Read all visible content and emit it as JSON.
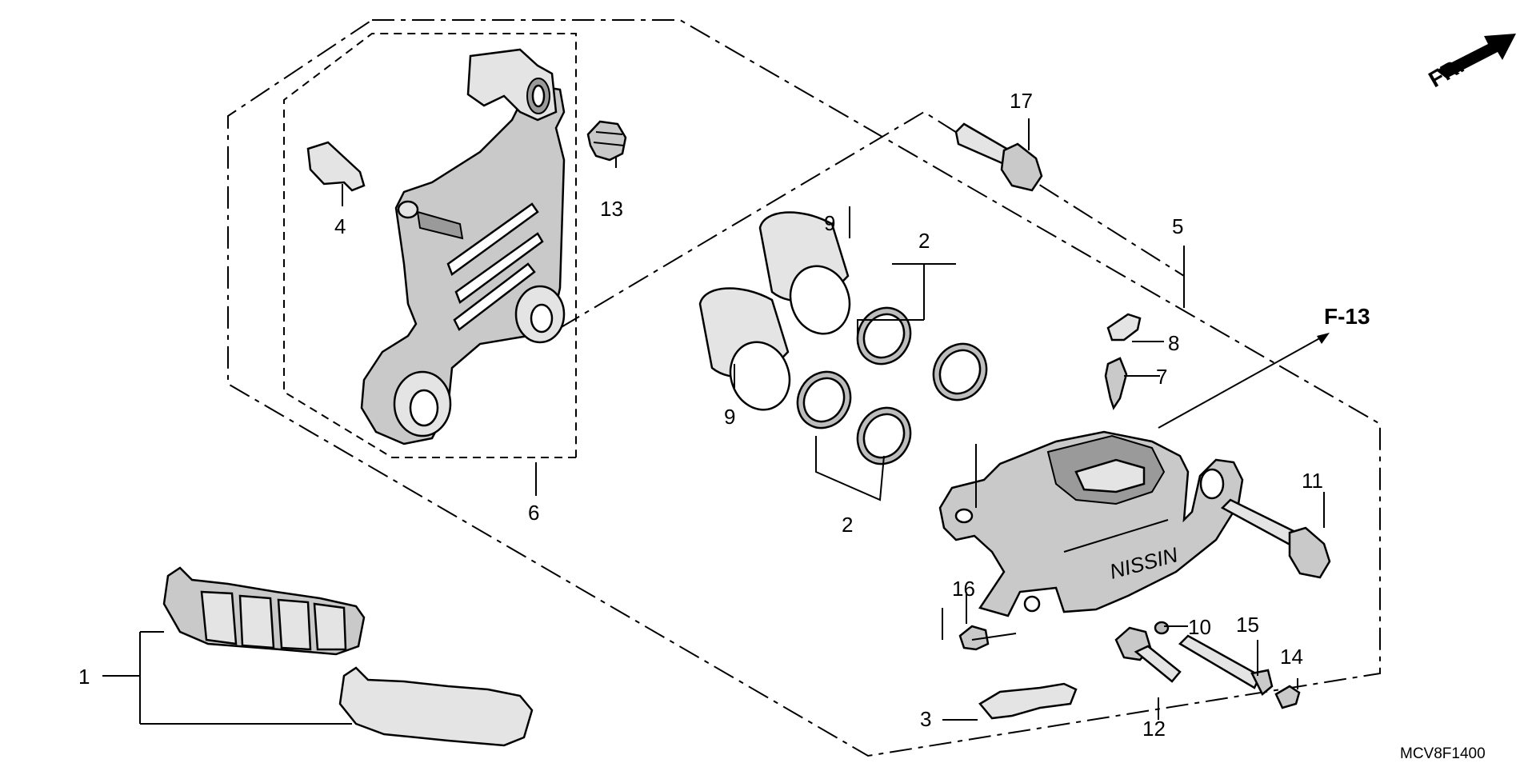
{
  "diagram": {
    "callouts": [
      {
        "id": "c1",
        "text": "1"
      },
      {
        "id": "c2a",
        "text": "2"
      },
      {
        "id": "c2b",
        "text": "2"
      },
      {
        "id": "c3",
        "text": "3"
      },
      {
        "id": "c4",
        "text": "4"
      },
      {
        "id": "c5",
        "text": "5"
      },
      {
        "id": "c6",
        "text": "6"
      },
      {
        "id": "c7",
        "text": "7"
      },
      {
        "id": "c8",
        "text": "8"
      },
      {
        "id": "c9a",
        "text": "9"
      },
      {
        "id": "c9b",
        "text": "9"
      },
      {
        "id": "c10",
        "text": "10"
      },
      {
        "id": "c11",
        "text": "11"
      },
      {
        "id": "c12",
        "text": "12"
      },
      {
        "id": "c13",
        "text": "13"
      },
      {
        "id": "c14",
        "text": "14"
      },
      {
        "id": "c15",
        "text": "15"
      },
      {
        "id": "c16",
        "text": "16"
      },
      {
        "id": "c17",
        "text": "17"
      }
    ],
    "reference": "F-13",
    "front_indicator": "FR.",
    "caliper_brand": "NISSIN",
    "diagram_code": "MCV8F1400"
  }
}
